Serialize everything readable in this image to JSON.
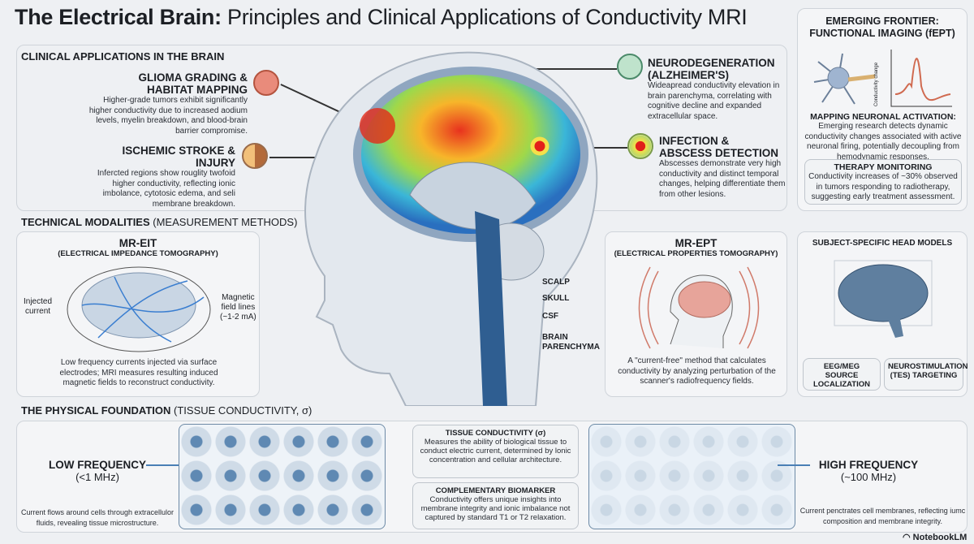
{
  "title": {
    "bold": "The Electrical Brain:",
    "rest": " Principles and Clinical Applications of Conductivity MRI"
  },
  "clinical": {
    "heading": "CLINICAL APPLICATIONS IN THE BRAIN",
    "glioma": {
      "title1": "GLIOMA GRADING &",
      "title2": "HABITAT MAPPING",
      "text": "Higher-grade tumors exhibit significantly higher conductivity due to increased aodium levels, myelin breakdown, and blood-brain barrier compromise."
    },
    "stroke": {
      "title": "ISCHEMIC STROKE & INJURY",
      "text": "Infercted regions show rouglity twofoid higher conductivity, reflecting ionic imbolance, cytotosic edema, and seli membrane breakdown."
    },
    "neuro": {
      "title1": "NEURODEGENERATION",
      "title2": "(ALZHEIMER'S)",
      "text": "Wideapread conductivity elevation in brain parenchyma, correlating with cognitive decline and expanded extracellular space."
    },
    "infection": {
      "title1": "INFECTION &",
      "title2": "ABSCESS DETECTION",
      "text": "Abscesses demonstrate very high conductivity and distinct temporal changes, helping differentiate them from other lesions."
    }
  },
  "frontier": {
    "title1": "EMERGING FRONTIER:",
    "title2": "FUNCTIONAL IMAGING (fEPT)",
    "axis_label": "Conductivity change",
    "mapping_title": "MAPPING NEURONAL ACTIVATION:",
    "mapping_text": "Emerging research detects dynamic conductivity changes associated with active neuronal firing, potentially decoupling from hemodynamic responses.",
    "therapy_title": "THERAPY MONITORING",
    "therapy_text": "Conductivity increases of ~30% observed in tumors responding to radiotherapy, suggesting early treatment assessment."
  },
  "modalities": {
    "heading_bold": "TECHNICAL MODALITIES",
    "heading_rest": " (MEASUREMENT METHODS)",
    "eit": {
      "title": "MR-EIT",
      "subtitle": "(ELECTRICAL IMPEDANCE TOMOGRAPHY)",
      "left_label1": "Injected",
      "left_label2": "current",
      "right_label1": "Magnetic",
      "right_label2": "field lines",
      "right_label3": "(~1-2 mA)",
      "text": "Low frequency currents injected via surface electrodes; MRI measures resulting induced magnetic fields to reconstruct conductivity."
    },
    "ept": {
      "title": "MR-EPT",
      "subtitle": "(ELECTRICAL PROPERTIES TOMOGRAPHY)",
      "text": "A \"current-free\" method that calculates conductivity by analyzing perturbation of the scanner's radiofrequency fields."
    }
  },
  "anatomy": {
    "labels": [
      "SCALP",
      "SKULL",
      "CSF",
      "BRAIN",
      "PARENCHYMA"
    ]
  },
  "headmodels": {
    "title": "SUBJECT-SPECIFIC HEAD MODELS",
    "left1": "EEG/MEG SOURCE",
    "left2": "LOCALIZATION",
    "right1": "NEUROSTIMULATION",
    "right2": "(TES) TARGETING"
  },
  "foundation": {
    "heading_bold": "THE PHYSICAL FOUNDATION",
    "heading_rest": " (TISSUE CONDUCTIVITY, σ)",
    "low": {
      "title": "LOW FREQUENCY",
      "sub": "(<1 MHz)",
      "text": "Current flows around cells through extracellulor fluids, revealing tissue microstructure."
    },
    "high": {
      "title": "HIGH FREQUENCY",
      "sub": "(~100 MHz)",
      "text": "Current penctrates cell membranes, reflecting iumc composition and membrane integrity."
    },
    "tissue": {
      "title": "TISSUE CONDUCTIVITY (σ)",
      "text": "Measures the ability of biological tissue to conduct electric current, determined by lonic concentration and cellular architecture."
    },
    "bio": {
      "title": "COMPLEMENTARY BIOMARKER",
      "text": "Conductivity offers unique insights into membrane integrity and ionic imbalance not captured by standard T1 or T2 relaxation."
    }
  },
  "brand": "NotebookLM"
}
